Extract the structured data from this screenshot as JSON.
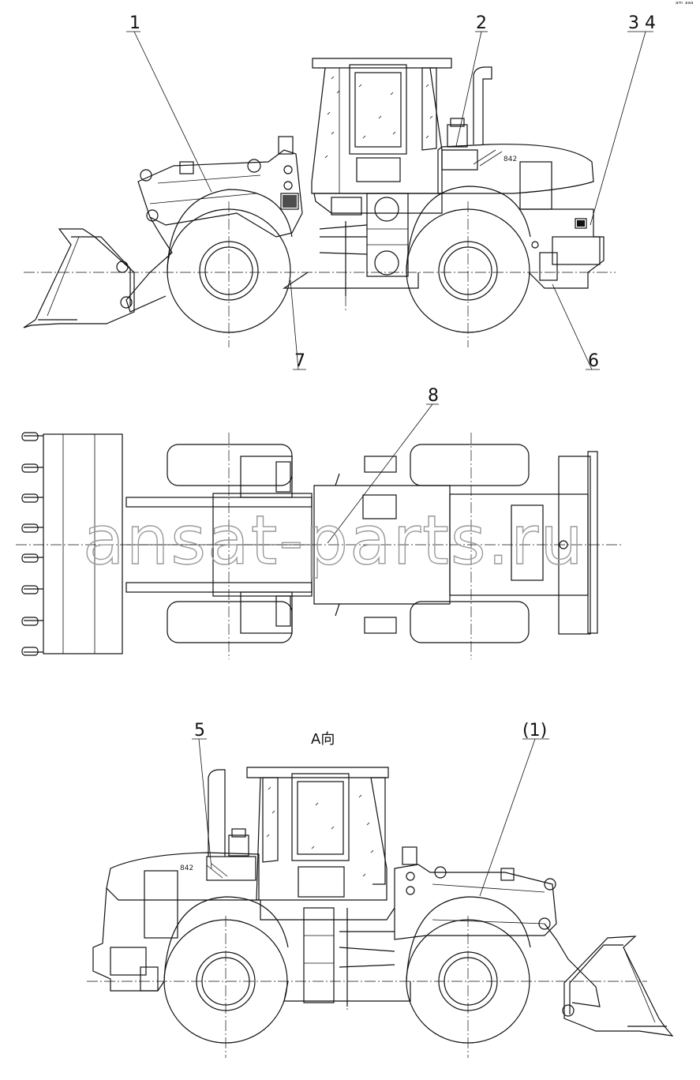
{
  "labels": {
    "l1": "1",
    "l2": "2",
    "l3_4": "3 4",
    "l5": "5",
    "l6": "6",
    "l7": "7",
    "l8": "8",
    "l1_paren": "(1)",
    "view_a": "A向"
  },
  "model_badge": "842",
  "watermark": "ansat-parts.ru",
  "corner_note": "ᵃᵐ ᵃᵃᵃ"
}
